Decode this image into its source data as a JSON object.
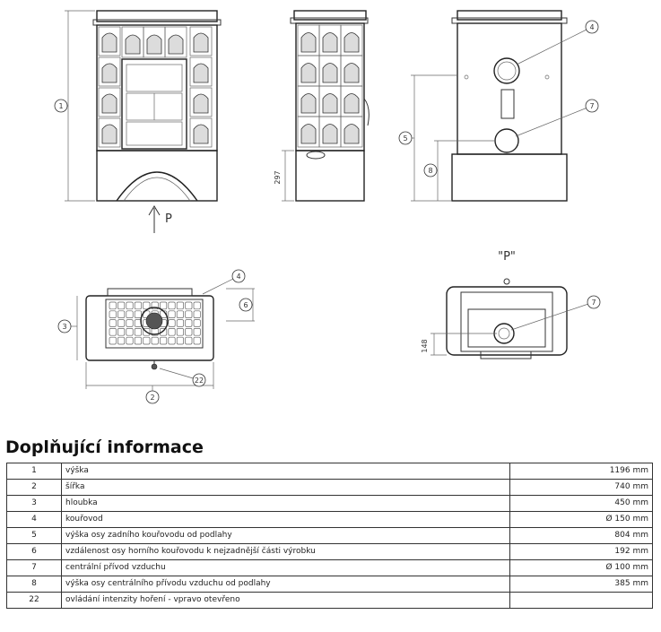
{
  "drawing": {
    "view_label_p_arrow": "P",
    "view_label_p_title": "\"P\"",
    "dim_297": "297",
    "dim_148": "148",
    "callouts": [
      "1",
      "2",
      "3",
      "4",
      "5",
      "6",
      "7",
      "8",
      "22"
    ]
  },
  "section_title": "Doplňující informace",
  "rows": [
    {
      "num": "1",
      "desc": "výška",
      "value": "1196 mm"
    },
    {
      "num": "2",
      "desc": "šířka",
      "value": "740 mm"
    },
    {
      "num": "3",
      "desc": "hloubka",
      "value": "450 mm"
    },
    {
      "num": "4",
      "desc": "kouřovod",
      "value": "Ø 150 mm"
    },
    {
      "num": "5",
      "desc": "výška osy zadního kouřovodu od podlahy",
      "value": "804 mm"
    },
    {
      "num": "6",
      "desc": "vzdálenost osy horního kouřovodu k nejzadnější části výrobku",
      "value": "192 mm"
    },
    {
      "num": "7",
      "desc": "centrální přívod vzduchu",
      "value": "Ø 100 mm"
    },
    {
      "num": "8",
      "desc": "výška osy centrálního přívodu vzduchu od podlahy",
      "value": "385 mm"
    },
    {
      "num": "22",
      "desc": "ovládání intenzity hoření - vpravo otevřeno",
      "value": ""
    }
  ]
}
